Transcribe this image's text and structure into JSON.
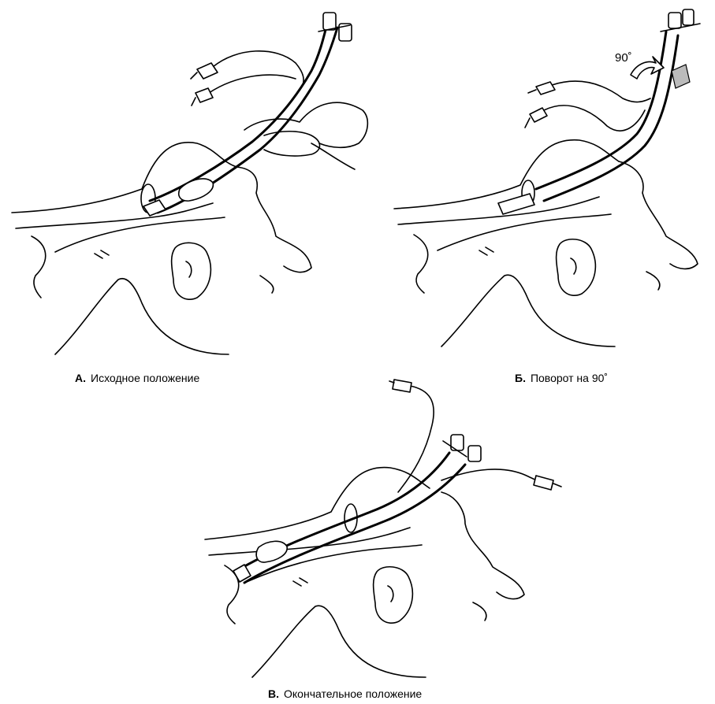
{
  "panels": [
    {
      "letter": "А.",
      "caption": "Исходное положение"
    },
    {
      "letter": "Б.",
      "caption": "Поворот на 90˚",
      "annotation": "90˚"
    },
    {
      "letter": "В.",
      "caption": "Окончательное положение"
    }
  ]
}
